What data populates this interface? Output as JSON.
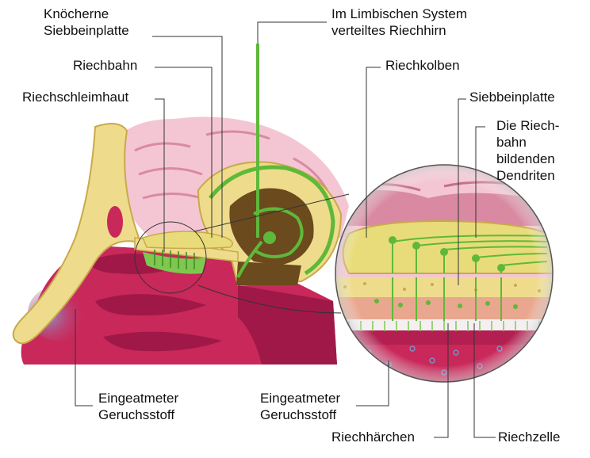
{
  "labels": {
    "knoecherne_siebbeinplatte": [
      "Knöcherne",
      "Siebbeinplatte"
    ],
    "riechbahn": "Riechbahn",
    "riechschleimhaut": "Riechschleimhaut",
    "riechhirn": [
      "Im Limbischen System",
      "verteiltes Riechhirn"
    ],
    "riechkolben": "Riechkolben",
    "siebbeinplatte": "Siebbeinplatte",
    "dendriten": [
      "Die Riech-",
      "bahn",
      "bildenden",
      "Dendriten"
    ],
    "geruchsstoff_left": [
      "Eingeatmeter",
      "Geruchsstoff"
    ],
    "geruchsstoff_right": [
      "Eingeatmeter",
      "Geruchsstoff"
    ],
    "riechhaerchen": "Riechhärchen",
    "riechzelle": "Riechzelle"
  },
  "colors": {
    "bone": "#eedc8c",
    "bone_edge": "#c9a94a",
    "brain": "#f4c6d3",
    "brain_fold": "#d98aa2",
    "tissue": "#c8285a",
    "tissue_dark": "#8e1440",
    "limbic": "#5fb83a",
    "bulb": "#e8dc7a",
    "brown": "#6b4a1e",
    "mucosa": "#e9a78f",
    "airway": "#7d8fc4"
  }
}
